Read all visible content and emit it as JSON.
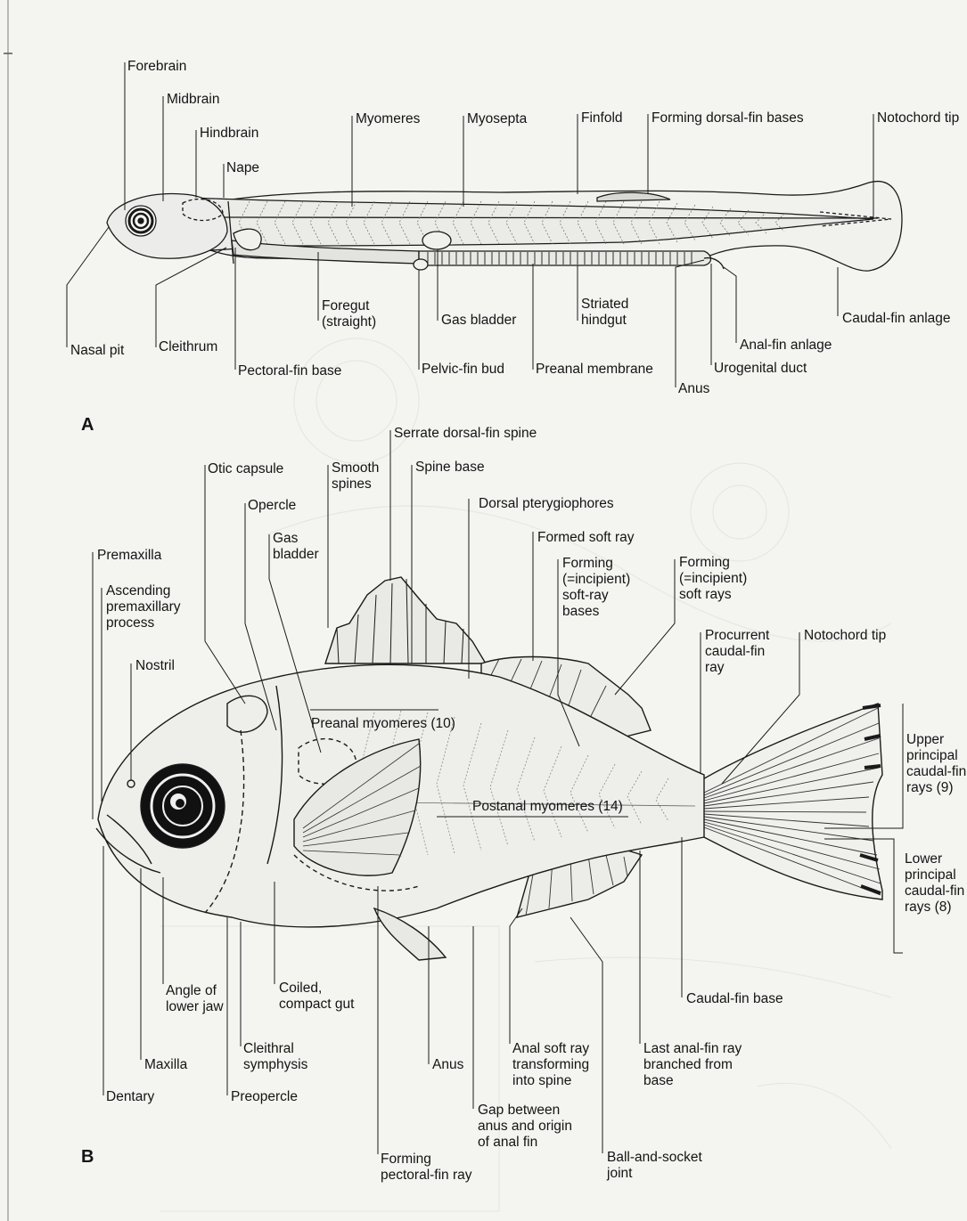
{
  "colors": {
    "background": "#f4f4f1",
    "ink": "#141414",
    "body_fill": "#ececea",
    "faint_bleed": "#dcdcd8"
  },
  "panel_a": {
    "letter": "A",
    "labels": {
      "forebrain": "Forebrain",
      "midbrain": "Midbrain",
      "hindbrain": "Hindbrain",
      "nape": "Nape",
      "myomeres": "Myomeres",
      "myosepta": "Myosepta",
      "finfold": "Finfold",
      "forming_dorsal_fin_bases": "Forming dorsal-fin bases",
      "notochord_tip": "Notochord tip",
      "nasal_pit": "Nasal pit",
      "cleithrum": "Cleithrum",
      "pectoral_fin_base": "Pectoral-fin base",
      "foregut": "Foregut\n(straight)",
      "gas_bladder": "Gas bladder",
      "pelvic_fin_bud": "Pelvic-fin bud",
      "striated_hindgut": "Striated\nhindgut",
      "preanal_membrane": "Preanal membrane",
      "anus": "Anus",
      "urogenital_duct": "Urogenital duct",
      "anal_fin_anlage": "Anal-fin anlage",
      "caudal_fin_anlage": "Caudal-fin anlage"
    }
  },
  "panel_b": {
    "letter": "B",
    "labels": {
      "serrate_dorsal_fin_spine": "Serrate dorsal-fin spine",
      "otic_capsule": "Otic capsule",
      "smooth_spines": "Smooth\nspines",
      "spine_base": "Spine base",
      "opercle": "Opercle",
      "dorsal_pterygiophores": "Dorsal pterygiophores",
      "gas_bladder": "Gas\nbladder",
      "formed_soft_ray": "Formed soft ray",
      "premaxilla": "Premaxilla",
      "forming_soft_ray_bases": "Forming\n(=incipient)\nsoft-ray\nbases",
      "forming_soft_rays": "Forming\n(=incipient)\nsoft rays",
      "ascending_premaxillary_process": "Ascending\npremaxillary\nprocess",
      "procurrent_caudal_fin_ray": "Procurrent\ncaudal-fin\nray",
      "notochord_tip": "Notochord tip",
      "nostril": "Nostril",
      "preanal_myomeres": "Preanal myomeres (10)",
      "upper_principal_caudal_fin_rays": "Upper\nprincipal\ncaudal-fin\nrays (9)",
      "postanal_myomeres": "Postanal myomeres (14)",
      "lower_principal_caudal_fin_rays": "Lower\nprincipal\ncaudal-fin\nrays (8)",
      "angle_of_lower_jaw": "Angle of\nlower jaw",
      "coiled_compact_gut": "Coiled,\ncompact gut",
      "caudal_fin_base": "Caudal-fin base",
      "cleithral_symphysis": "Cleithral\nsymphysis",
      "maxilla": "Maxilla",
      "anus": "Anus",
      "anal_soft_ray_transforming": "Anal soft ray\ntransforming\ninto spine",
      "last_anal_fin_ray": "Last anal-fin ray\nbranched from\nbase",
      "dentary": "Dentary",
      "preopercle": "Preopercle",
      "gap_between_anus_and_anal_fin": "Gap between\nanus and origin\nof anal fin",
      "forming_pectoral_fin_ray": "Forming\npectoral-fin ray",
      "ball_and_socket_joint": "Ball-and-socket\njoint"
    }
  }
}
